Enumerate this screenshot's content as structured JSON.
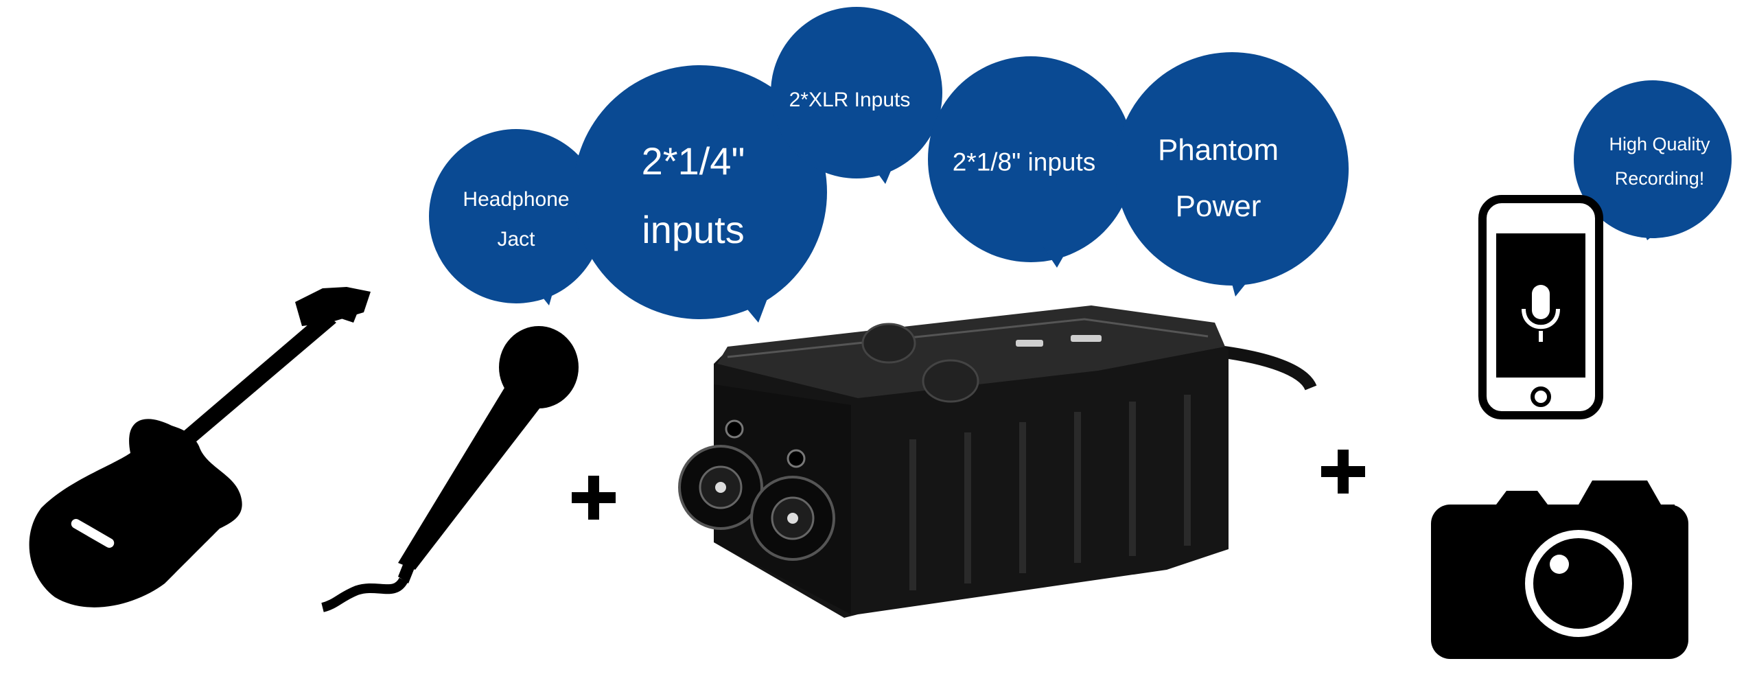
{
  "bubbles": {
    "headphone": {
      "line1": "Headphone",
      "line2": "Jact"
    },
    "quarter_inch": {
      "line1": "2*1/4\"",
      "line2": "inputs"
    },
    "xlr": {
      "label": "2*XLR Inputs"
    },
    "eighth_inch": {
      "label": "2*1/8\" inputs"
    },
    "phantom": {
      "line1": "Phantom",
      "line2": "Power"
    },
    "recording": {
      "line1": "High Quality",
      "line2": "Recording!"
    }
  },
  "colors": {
    "bubble": "#0a4a93",
    "device": "#1a1a1a",
    "silhouette": "#000000"
  },
  "icons": [
    "guitar-icon",
    "microphone-icon",
    "plus-icon",
    "audio-adapter-device",
    "smartphone-icon",
    "camera-icon"
  ]
}
